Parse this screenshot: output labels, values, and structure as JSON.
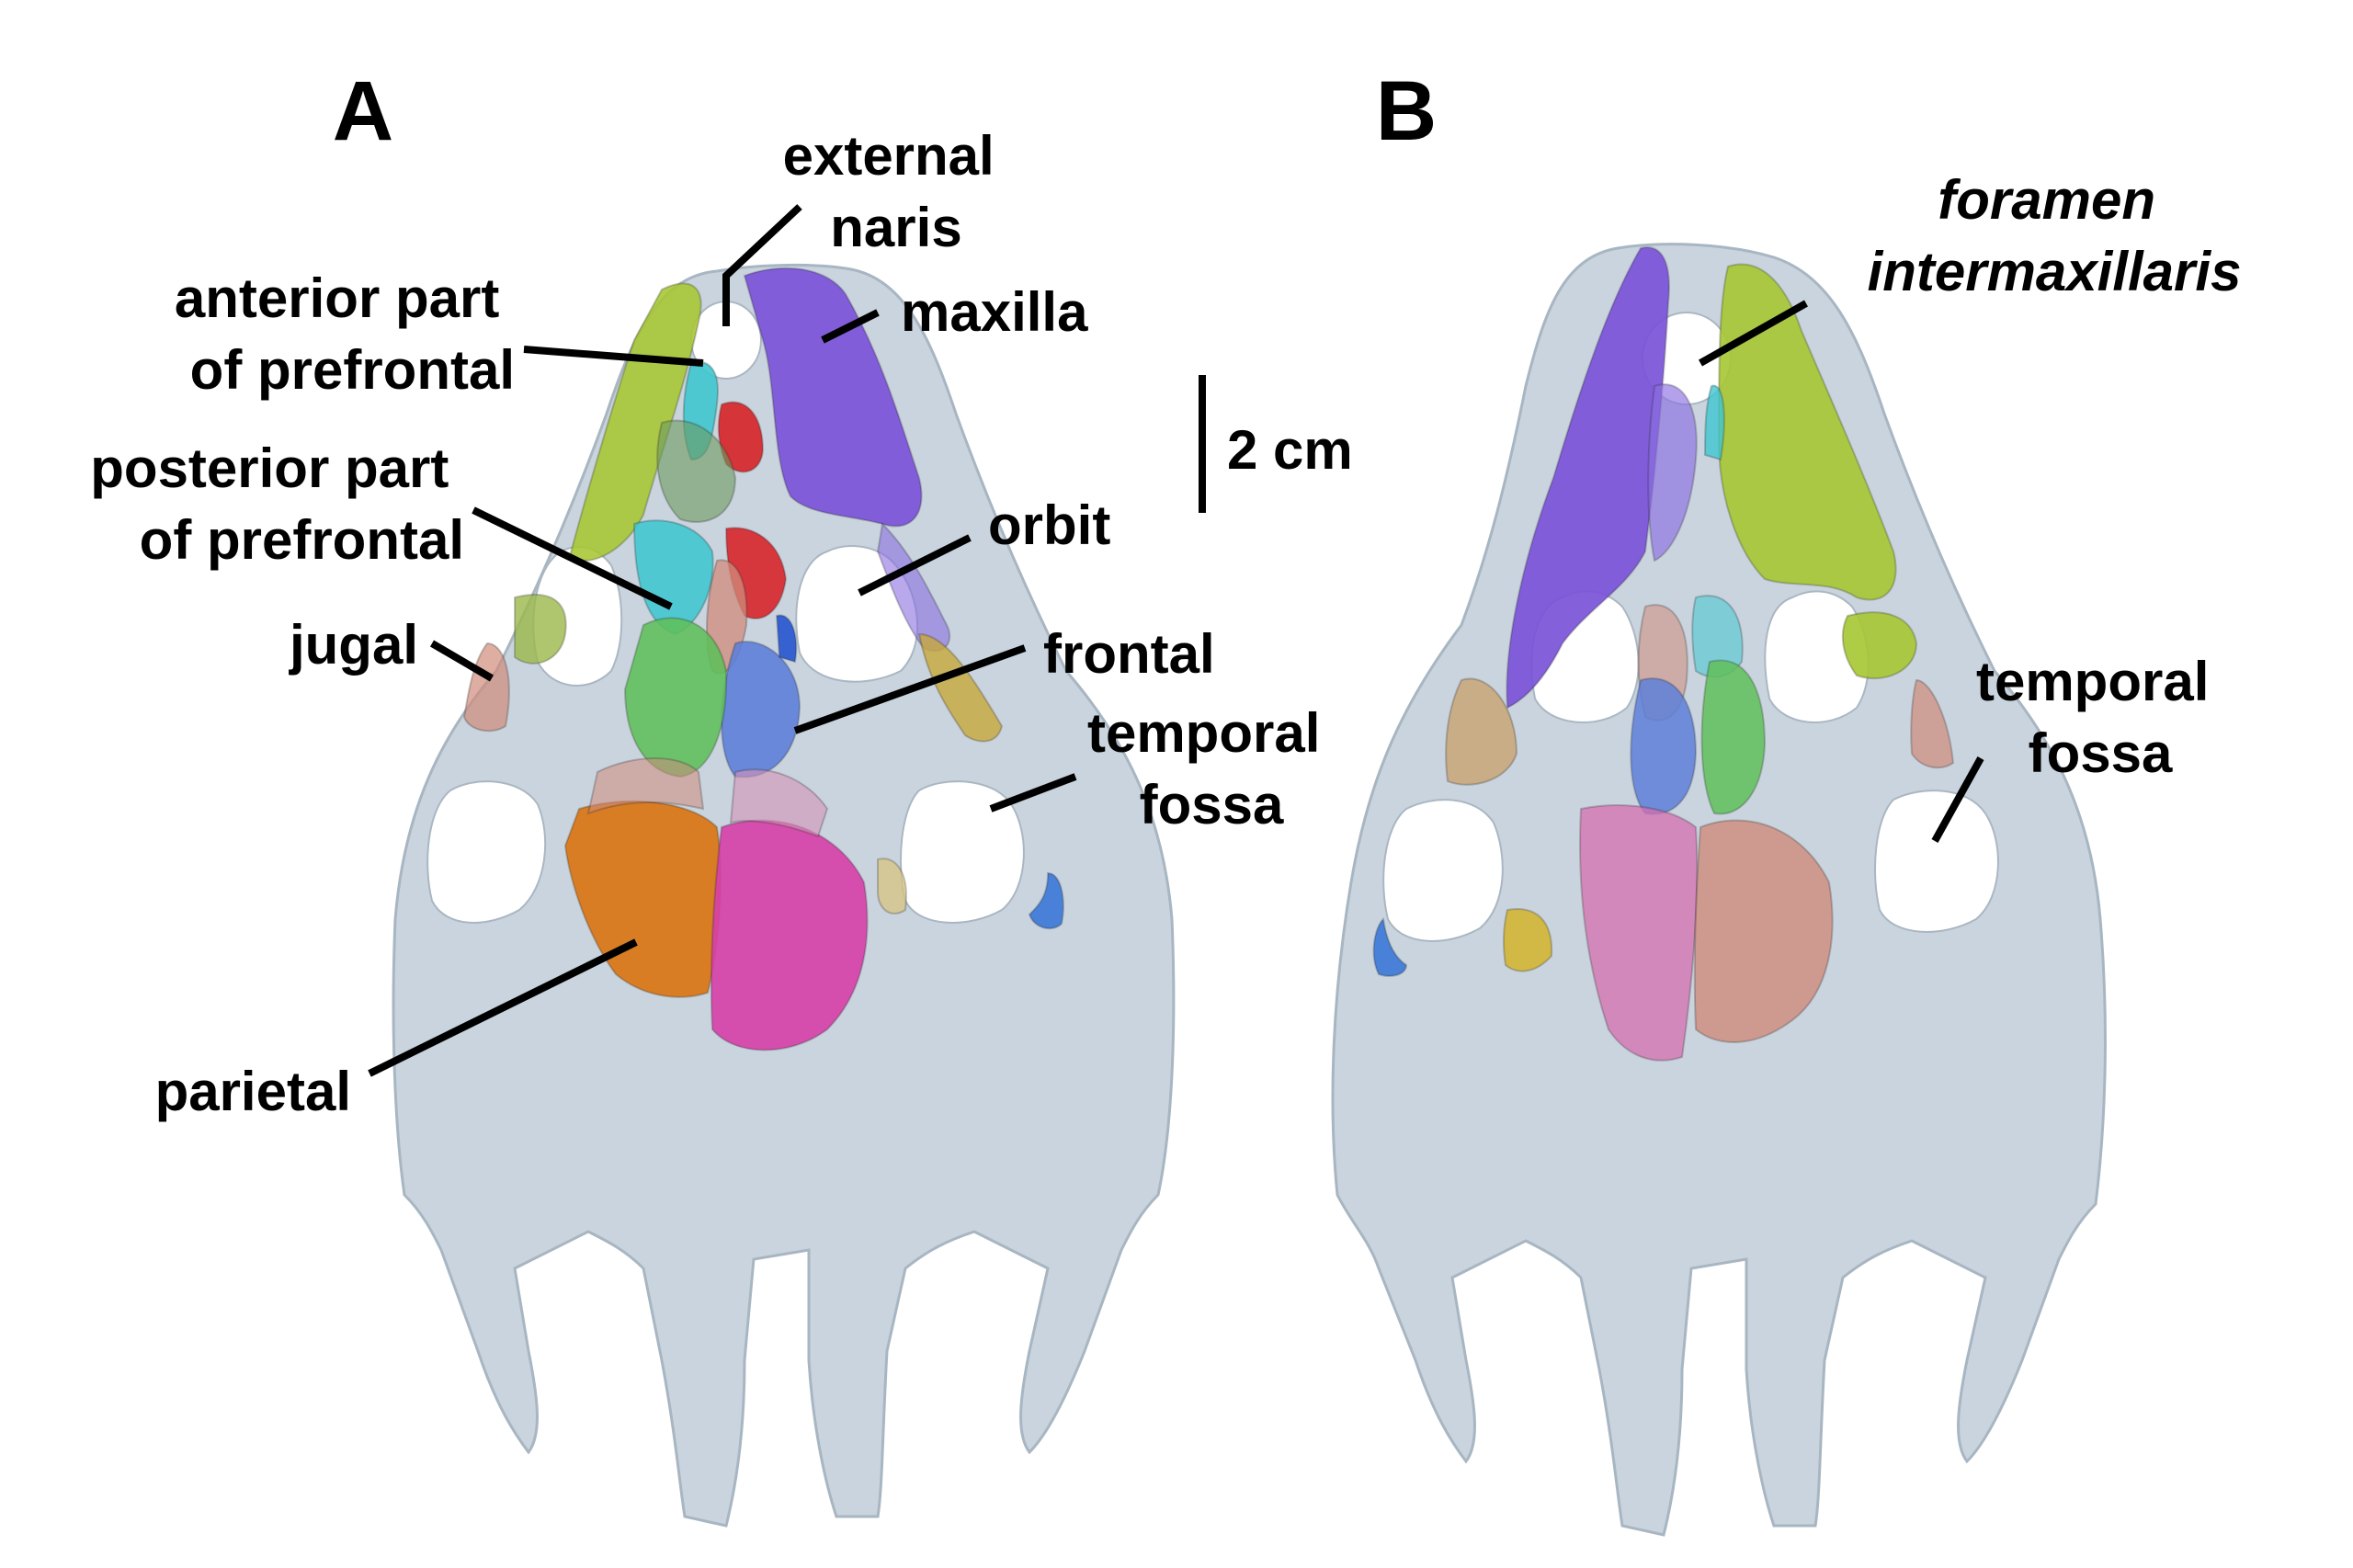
{
  "panels": [
    {
      "letter": "A"
    },
    {
      "letter": "B"
    }
  ],
  "labels": {
    "external_naris": [
      "external",
      "naris"
    ],
    "maxilla": "maxilla",
    "anterior_prefrontal": [
      "anterior part",
      "of prefrontal"
    ],
    "posterior_prefrontal": [
      "posterior part",
      "of prefrontal"
    ],
    "orbit": "orbit",
    "jugal": "jugal",
    "frontal": "frontal",
    "temporal_fossa_a": [
      "temporal",
      "fossa"
    ],
    "parietal": "parietal",
    "foramen": [
      "foramen",
      "intermaxillaris"
    ],
    "temporal_fossa_b": [
      "temporal",
      "fossa"
    ]
  },
  "scale_bar": {
    "label": "2 cm"
  },
  "colors": {
    "skull": "#c9d4de",
    "maxilla": "#7b52d8",
    "jugal_green": "#a6c632",
    "prefrontal_cyan": "#3fc6cf",
    "red": "#d6262a",
    "frontal_blue": "#5e7fd8",
    "green": "#5fbf5a",
    "orange_parietal": "#d97514",
    "magenta_parietal": "#d63fa8",
    "salmon": "#d08b7b",
    "gold": "#c8a83a",
    "small_blue": "#3a78d6"
  }
}
